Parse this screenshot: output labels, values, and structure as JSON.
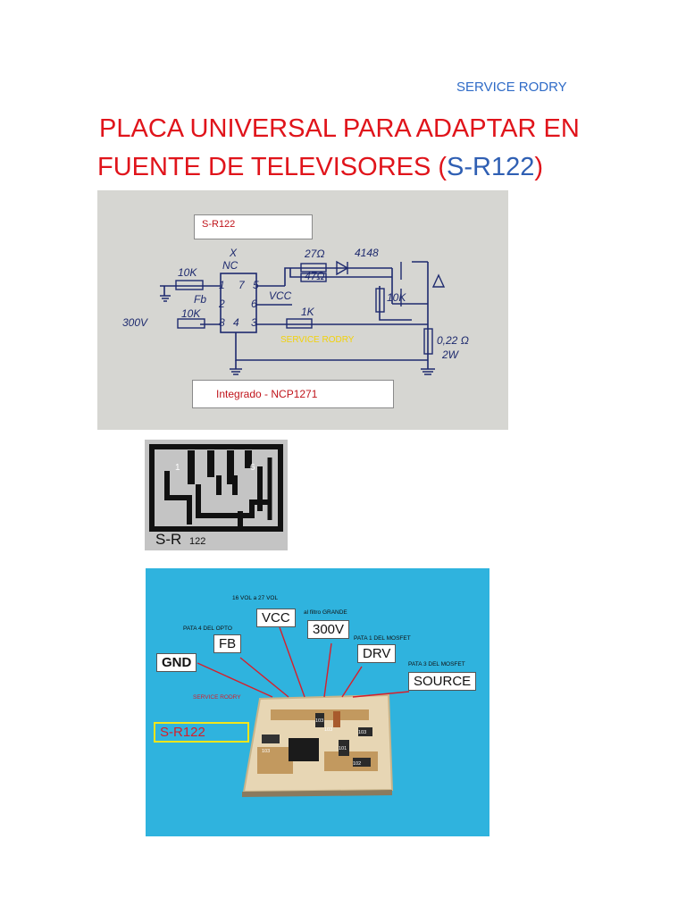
{
  "header": {
    "author": "SERVICE RODRY"
  },
  "title": {
    "line1": "PLACA UNIVERSAL PARA ADAPTAR EN",
    "line2_prefix": "FUENTE DE TELEVISORES (",
    "line2_code_s": "S",
    "line2_code_rest": "-R122",
    "line2_suffix": ")"
  },
  "schematic": {
    "label_top": "S-R122",
    "label_bottom": "Integrado - NCP1271",
    "watermark": "SERVICE RODRY",
    "pins": [
      "1",
      "7",
      "5",
      "2",
      "6",
      "8",
      "4",
      "3"
    ],
    "labels": [
      "10K",
      "NC",
      "X",
      "Fb",
      "VCC",
      "300V",
      "10K",
      "1K",
      "27Ω",
      "47Ω",
      "4148",
      "10K",
      "0,22 Ω",
      "2W"
    ]
  },
  "pcb_layout": {
    "pin_left": "1",
    "pin_right": "6",
    "code": "S-R",
    "code_sub": "122"
  },
  "photo": {
    "callouts": {
      "gnd": "GND",
      "fb": "FB",
      "vcc": "VCC",
      "v300": "300V",
      "drv": "DRV",
      "source": "SOURCE",
      "code": "S-R122"
    },
    "notes": {
      "opto": "PATA 4 DEL OPTO",
      "vcc_range": "16 VOL a 27 VOL",
      "filter": "al filtro GRANDE",
      "mosfet1": "PATA 1 DEL MOSFET",
      "mosfet3": "PATA 3 DEL MOSFET",
      "credit": "SERVICE RODRY"
    },
    "smd_codes": [
      "103",
      "103",
      "103",
      "102",
      "101",
      "103"
    ]
  },
  "colors": {
    "title_red": "#e0141b",
    "accent_blue": "#2f5fb3",
    "photo_bg": "#2fb3de"
  }
}
